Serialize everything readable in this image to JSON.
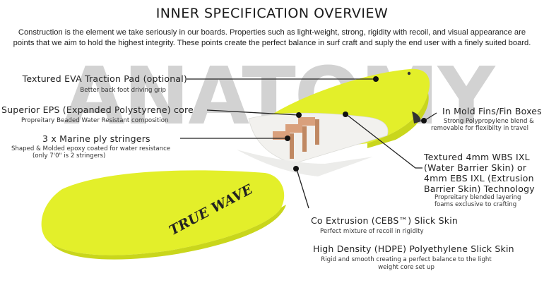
{
  "header": {
    "title": "INNER SPECIFICATION OVERVIEW",
    "intro": "Construction is the element we take seriously in our boards. Properties such as light-weight, strong, rigidity with recoil, and visual appearance are points that we aim to hold the highest integrity. These points create the perfect balance in surf craft and suply the end user with a finely suited board."
  },
  "watermark": "ANATOMY",
  "logo_text": "TRUE WAVE",
  "colors": {
    "board_yellow": "#e3ef2a",
    "board_shade": "#c9d61c",
    "core_white": "#f2f1ee",
    "stringer": "#d9a07c",
    "leader": "#222222"
  },
  "callouts": {
    "traction_pad": {
      "label": "Textured EVA Traction Pad (optional)",
      "sub": "Better back foot driving grip"
    },
    "eps_core": {
      "label": "Superior EPS (Expanded Polystyrene) core",
      "sub": "Propreitary Beaded Water Resistant composition"
    },
    "stringers": {
      "label": "3 x Marine ply stringers",
      "sub1": "Shaped & Molded epoxy coated for water resistance",
      "sub2": "(only 7'0\" is 2 stringers)"
    },
    "fins": {
      "label": "In Mold Fins/Fin Boxes",
      "sub1": "Strong Polypropylene blend &",
      "sub2": "removable for flexibilty in travel"
    },
    "skin": {
      "line1": "Textured 4mm WBS IXL",
      "line2": "(Water Barrier Skin) or",
      "line3": "4mm EBS IXL (Extrusion",
      "line4": "Barrier Skin) Technology",
      "sub1": "Propreitary blended layering",
      "sub2": "foams exclusive to crafting"
    },
    "cebs": {
      "label": "Co Extrusion (CEBS™) Slick Skin",
      "sub": "Perfect mixture of recoil in rigidity"
    },
    "hdpe": {
      "label": "High Density (HDPE) Polyethylene Slick Skin",
      "sub1": "Rigid and smooth creating a perfect balance to the light",
      "sub2": "weight core set up"
    }
  }
}
